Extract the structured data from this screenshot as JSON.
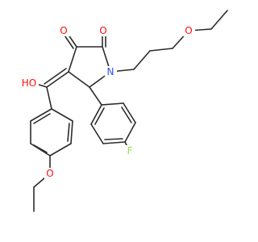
{
  "molecule": {
    "atom_labels": {
      "o_ketone": "O",
      "o_lactam": "O",
      "n_ring": "N",
      "o_ether_chain": "O",
      "hydroxyl": "HO",
      "o_aryl_ether": "O",
      "fluorine": "F"
    },
    "colors": {
      "bond": "#2b2b2b",
      "oxygen": "#ff0d0d",
      "nitrogen": "#3050f8",
      "fluorine": "#90e050",
      "background": "#ffffff"
    }
  }
}
